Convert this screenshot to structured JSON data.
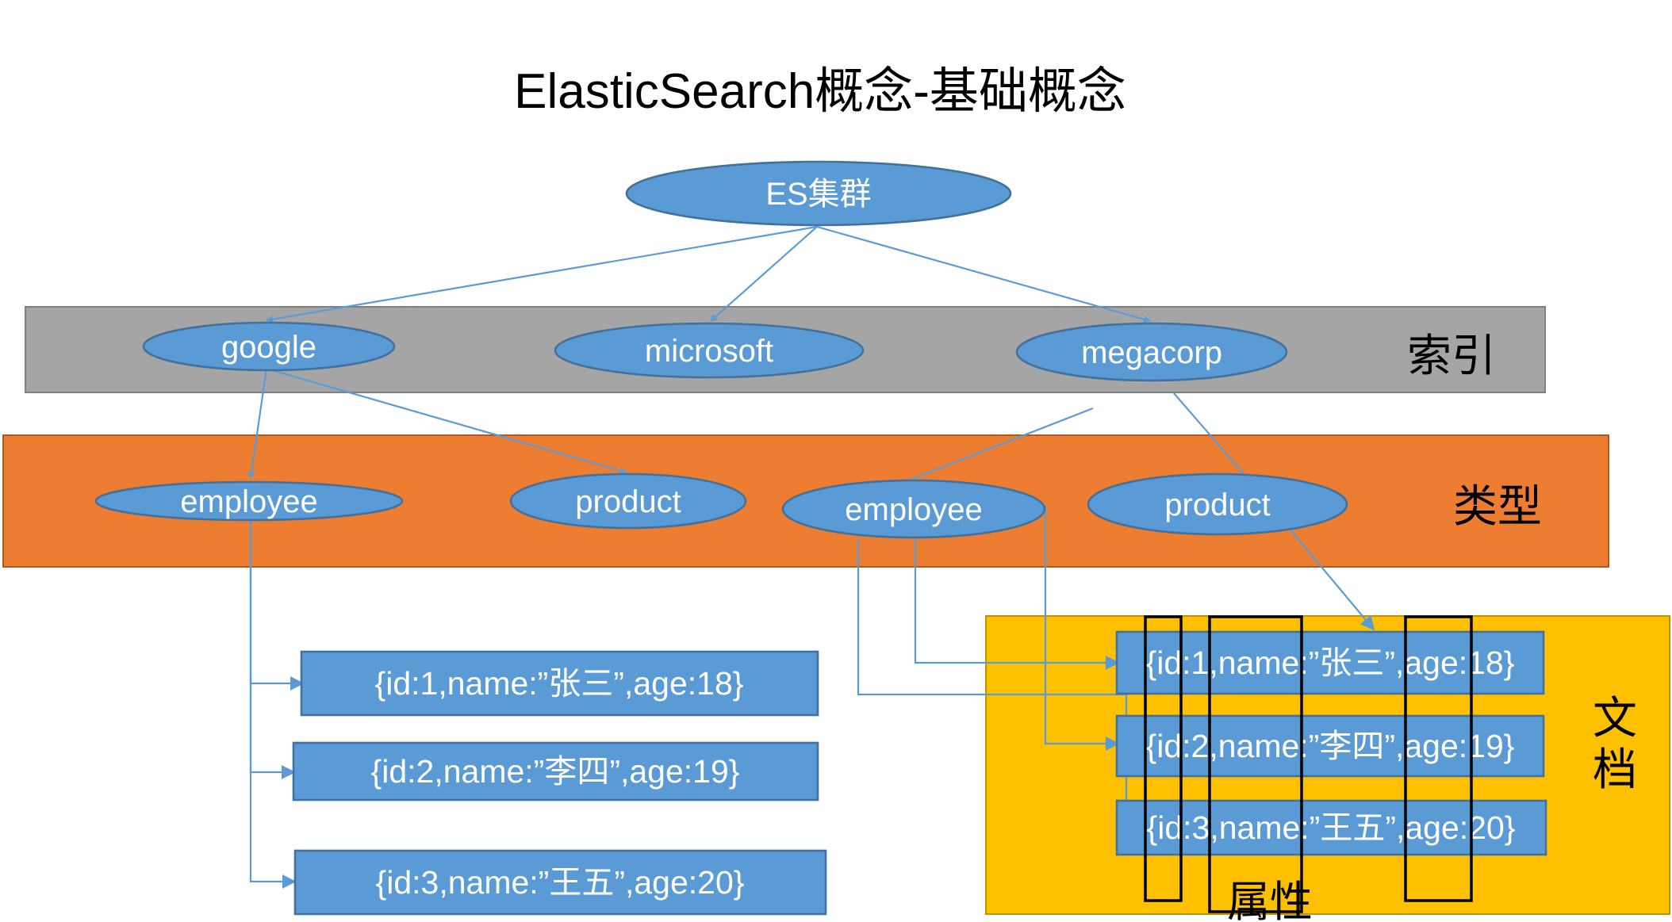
{
  "title": "ElasticSearch概念-基础概念",
  "colors": {
    "node_fill": "#5b9bd5",
    "index_band": "#a5a5a5",
    "type_band": "#ed7d31",
    "document_panel": "#ffc000",
    "edge": "#5b9bd5"
  },
  "cluster": {
    "label": "ES集群"
  },
  "index_layer": {
    "label": "索引",
    "items": [
      {
        "label": "google"
      },
      {
        "label": "microsoft"
      },
      {
        "label": "megacorp"
      }
    ]
  },
  "type_layer": {
    "label": "类型",
    "items": [
      {
        "label": "employee"
      },
      {
        "label": "product"
      },
      {
        "label": "employee"
      },
      {
        "label": "product"
      }
    ]
  },
  "left_documents": [
    {
      "text": "{id:1,name:”张三”,age:18}"
    },
    {
      "text": "{id:2,name:”李四”,age:19}"
    },
    {
      "text": "{id:3,name:”王五”,age:20}"
    }
  ],
  "document_panel": {
    "label_line1": "文",
    "label_line2": "档",
    "documents": [
      {
        "text": "{id:1,name:”张三”,age:18}"
      },
      {
        "text": "{id:2,name:”李四”,age:19}"
      },
      {
        "text": "{id:3,name:”王五”,age:20}"
      }
    ]
  },
  "attribute_label": "属性"
}
